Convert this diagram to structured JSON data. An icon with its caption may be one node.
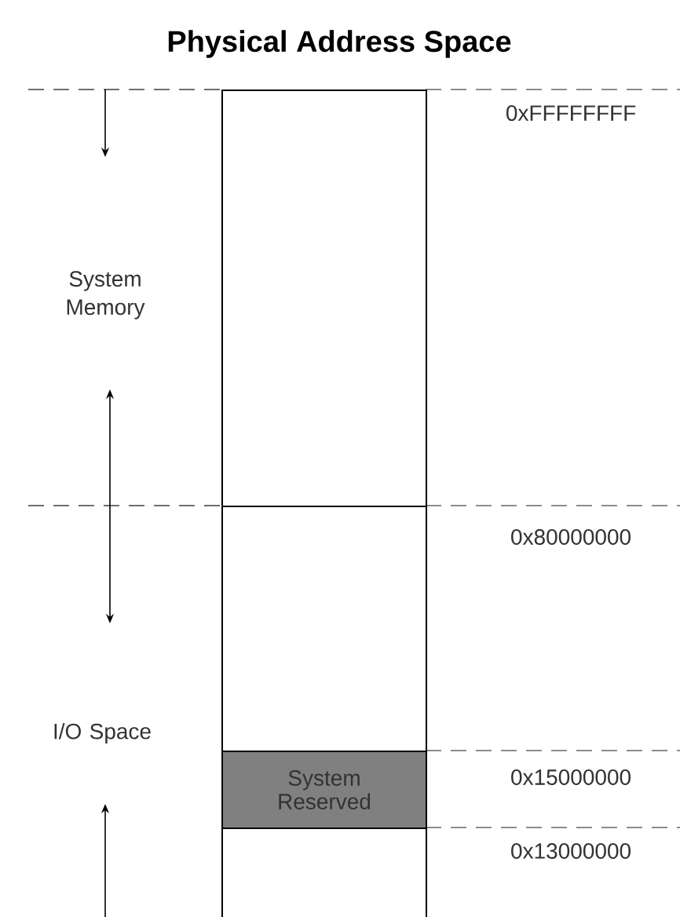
{
  "diagram": {
    "title": "Physical Address Space",
    "nodes": [
      {
        "text": [],
        "shape": "box"
      },
      {
        "text": [],
        "shape": "box"
      },
      {
        "text": [
          "System Reserved"
        ],
        "in": 1
      }
    ],
    "labels": [
      "System Memory",
      "I/O Space",
      "0xFFFFFFFF",
      "0x80000000",
      "0x15000000",
      "0x13000000"
    ]
  }
}
